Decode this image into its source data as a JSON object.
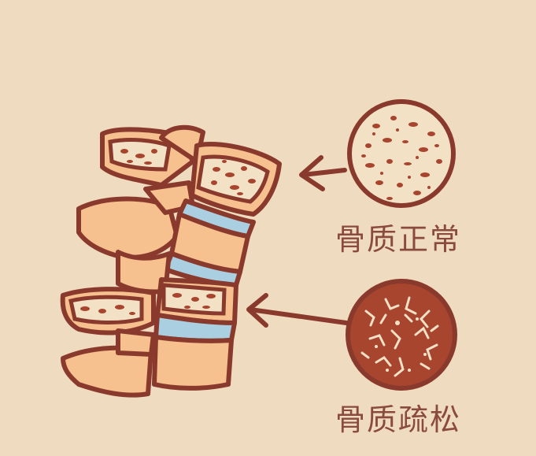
{
  "labels": {
    "normal": "骨质正常",
    "osteoporosis": "骨质疏松"
  },
  "colors": {
    "background": "#efdcc0",
    "outline": "#8a3a2c",
    "bone_fill": "#f6c08f",
    "disc_fill": "#a9cfe0",
    "spongy_fill": "#f3e1c6",
    "porous_fill": "#a8452f",
    "label_text": "#8a4a3e"
  },
  "icons": {
    "spine": "spine-illustration",
    "normal_bone": "dense-bone-circle",
    "porous_bone": "porous-bone-circle",
    "arrow": "left-arrow"
  }
}
